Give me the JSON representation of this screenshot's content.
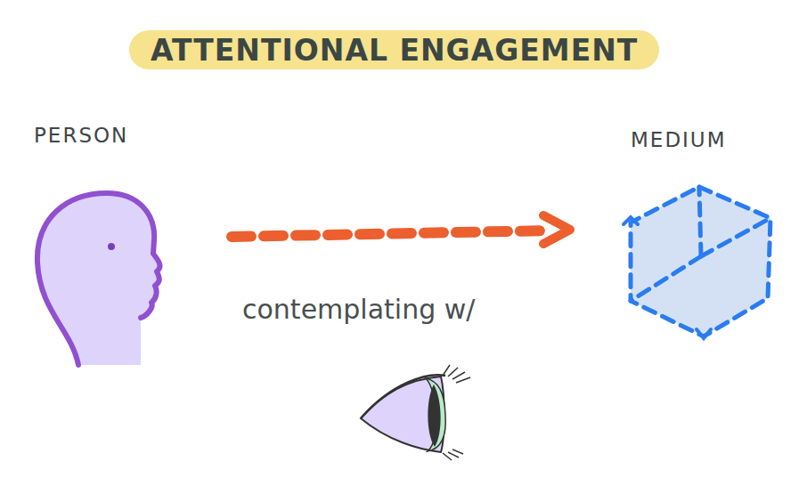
{
  "diagram": {
    "title": "ATTENTIONAL ENGAGEMENT",
    "nodes": [
      {
        "text": [
          "PERSON"
        ]
      },
      {
        "text": [
          "MEDIUM"
        ]
      }
    ],
    "edges": [
      {
        "from": 0,
        "to": 1,
        "arrow": "to",
        "label": "contemplating w/"
      }
    ]
  }
}
